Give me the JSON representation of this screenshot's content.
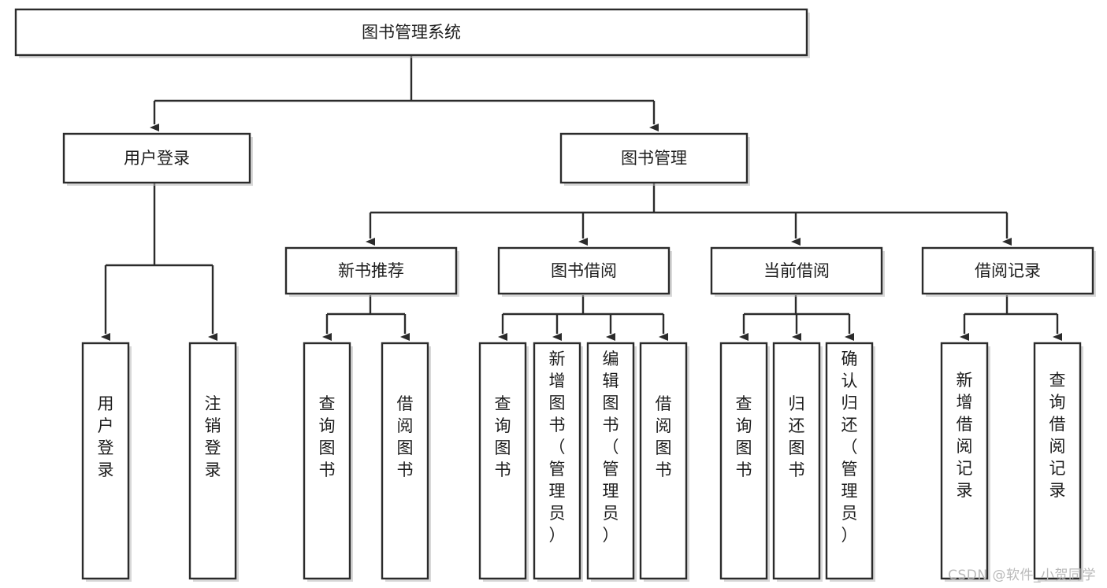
{
  "diagram": {
    "title": "图书管理系统",
    "type": "tree-hierarchy",
    "orientation": "top-down",
    "levels": 4
  },
  "root": {
    "label": "图书管理系统"
  },
  "level2": {
    "user_login": "用户登录",
    "book_manage": "图书管理"
  },
  "level3": {
    "new_book_rec": "新书推荐",
    "book_borrow": "图书借阅",
    "current_borrow": "当前借阅",
    "borrow_record": "借阅记录"
  },
  "leaves": {
    "user_login_1": "用户登录",
    "user_login_2": "注销登录",
    "new_book_1": "查询图书",
    "new_book_2": "借阅图书",
    "borrow_1": "查询图书",
    "borrow_2": "新增图书（管理员）",
    "borrow_3": "编辑图书（管理员）",
    "borrow_4": "借阅图书",
    "current_1": "查询图书",
    "current_2": "归还图书",
    "current_3": "确认归还（管理员）",
    "record_1": "新增借阅记录",
    "record_2": "查询借阅记录"
  },
  "watermark": {
    "text": "CSDN @软件_小贺同学"
  },
  "colors": {
    "stroke": "#2b2b2b",
    "fill": "#ffffff",
    "text": "#1d1d1d",
    "watermark": "#b9b9b9"
  }
}
